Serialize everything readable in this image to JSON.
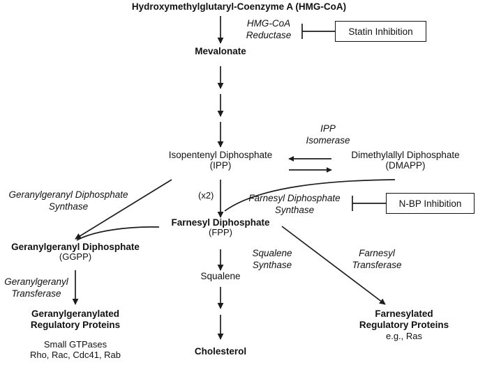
{
  "diagram": {
    "title": "Mevalonate pathway with statin and N-BP inhibition",
    "type": "biochemical-pathway",
    "stroke_color": "#1c1c1c",
    "text_color": "#111111",
    "background": "#ffffff"
  },
  "metabolites": {
    "hmg_coa": "Hydroxymethylglutaryl-Coenzyme A (HMG-CoA)",
    "mevalonate": "Mevalonate",
    "ipp_name": "Isopentenyl Diphosphate",
    "ipp_abbrev": "(IPP)",
    "dmapp_name": "Dimethylallyl Diphosphate",
    "dmapp_abbrev": "(DMAPP)",
    "fpp_name": "Farnesyl Diphosphate",
    "fpp_abbrev": "(FPP)",
    "ggpp_name": "Geranylgeranyl Diphosphate",
    "ggpp_abbrev": "(GGPP)",
    "squalene": "Squalene",
    "cholesterol": "Cholesterol"
  },
  "enzymes": {
    "hmg_coa_reductase_line1": "HMG-CoA",
    "hmg_coa_reductase_line2": "Reductase",
    "ipp_isomerase_line1": "IPP",
    "ipp_isomerase_line2": "Isomerase",
    "ggpp_synthase_line1": "Geranylgeranyl Diphosphate",
    "ggpp_synthase_line2": "Synthase",
    "fpp_synthase_line1": "Farnesyl Diphosphate",
    "fpp_synthase_line2": "Synthase",
    "squalene_synthase_line1": "Squalene",
    "squalene_synthase_line2": "Synthase",
    "ggtase_line1": "Geranylgeranyl",
    "ggtase_line2": "Transferase",
    "ftase_line1": "Farnesyl",
    "ftase_line2": "Transferase"
  },
  "inhibitors": {
    "statin": "Statin Inhibition",
    "nbp": "N-BP Inhibition"
  },
  "products": {
    "gg_proteins_line1": "Geranylgeranylated",
    "gg_proteins_line2": "Regulatory Proteins",
    "gg_proteins_note1": "Small GTPases",
    "gg_proteins_note2": "Rho, Rac, Cdc41, Rab",
    "f_proteins_line1": "Farnesylated",
    "f_proteins_line2": "Regulatory Proteins",
    "f_proteins_note": "e.g., Ras"
  },
  "annotations": {
    "stoichiometry_x2": "(x2)"
  }
}
